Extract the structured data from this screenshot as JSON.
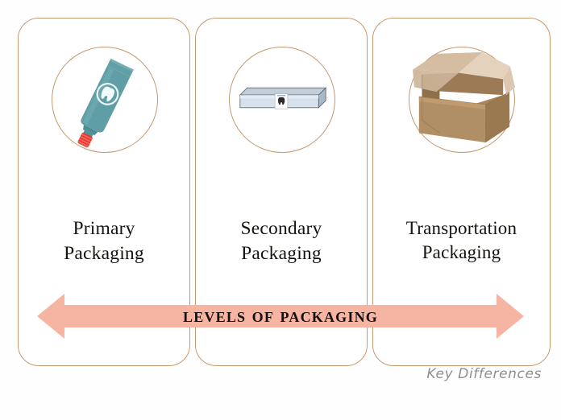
{
  "diagram": {
    "title_banner": "Levels of Packaging",
    "watermark": "Key Differences",
    "colors": {
      "card_border": "#c89a6e",
      "circle_border": "#c3976c",
      "arrow_fill": "#f6b5a3",
      "tube_body": "#5f9ea6",
      "tube_cap": "#e8392e",
      "carton_face": "#ccd8e4",
      "box_cardboard": "#a98157",
      "label_text": "#16130f",
      "watermark_text": "#8e8e8e"
    },
    "cards": [
      {
        "id": "primary",
        "label_line_1": "Primary",
        "label_line_2": "Packaging",
        "icon": "toothpaste-tube-icon"
      },
      {
        "id": "secondary",
        "label_line_1": "Secondary",
        "label_line_2": "Packaging",
        "icon": "toothpaste-carton-icon"
      },
      {
        "id": "transportation",
        "label_line_1": "Transportation",
        "label_line_2": "Packaging",
        "icon": "cardboard-box-icon"
      }
    ]
  }
}
